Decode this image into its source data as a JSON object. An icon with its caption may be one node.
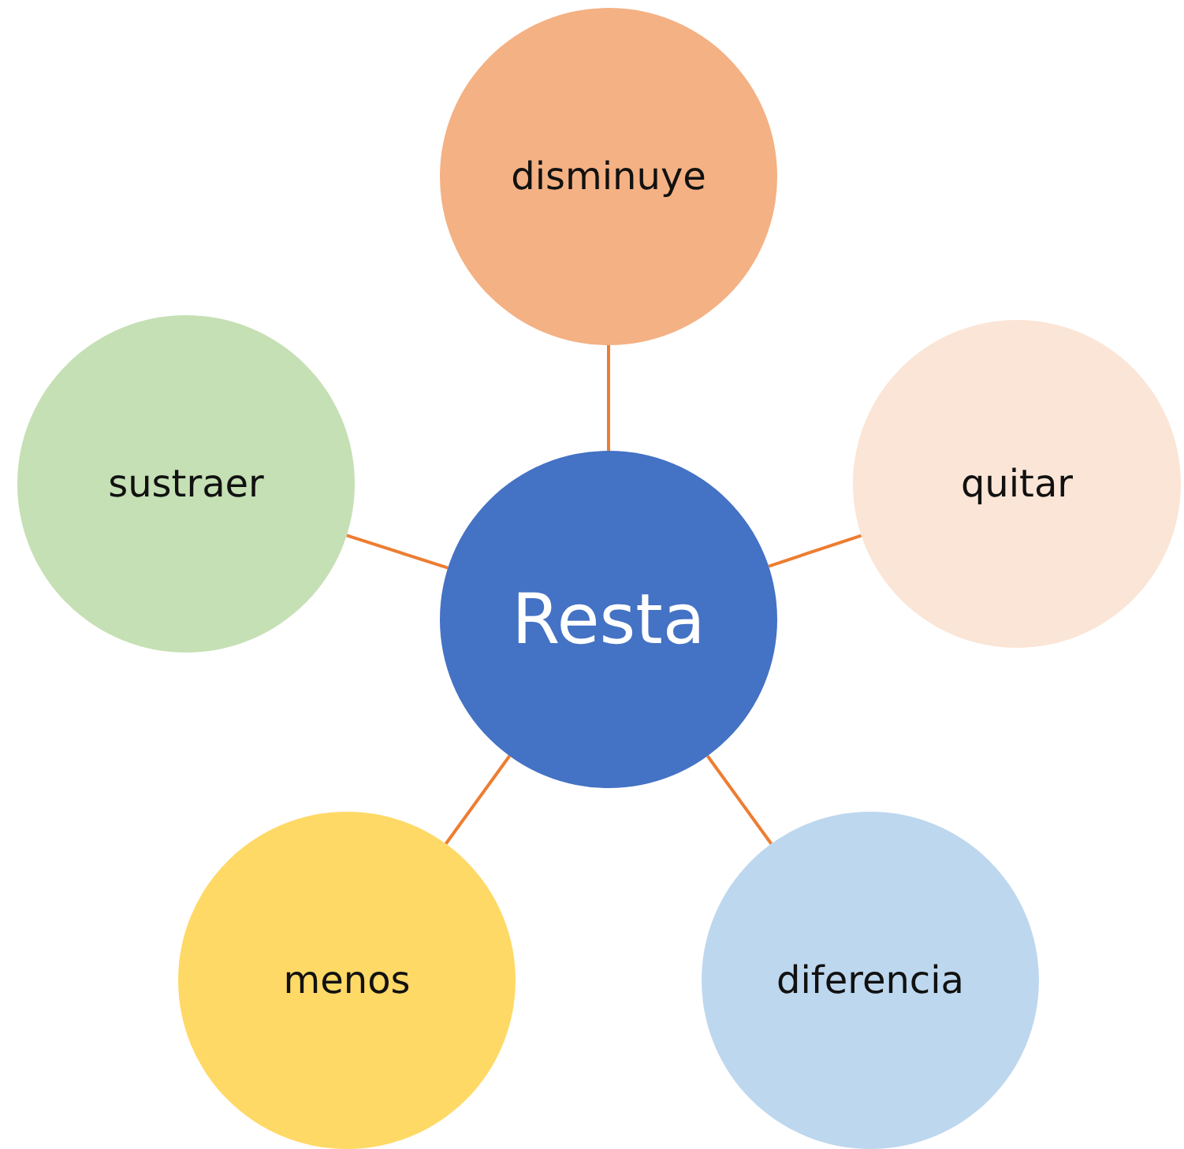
{
  "diagram": {
    "nodes": [
      {
        "text": [
          "Resta"
        ]
      },
      {
        "text": [
          "disminuye"
        ]
      },
      {
        "text": [
          "quitar"
        ]
      },
      {
        "text": [
          "diferencia"
        ]
      },
      {
        "text": [
          "menos"
        ]
      },
      {
        "text": [
          "sustraer"
        ]
      }
    ],
    "edges": [
      {
        "from": 0,
        "to": 1,
        "arrow": "none"
      },
      {
        "from": 0,
        "to": 2,
        "arrow": "none"
      },
      {
        "from": 0,
        "to": 3,
        "arrow": "none"
      },
      {
        "from": 0,
        "to": 4,
        "arrow": "none"
      },
      {
        "from": 0,
        "to": 5,
        "arrow": "none"
      }
    ]
  }
}
